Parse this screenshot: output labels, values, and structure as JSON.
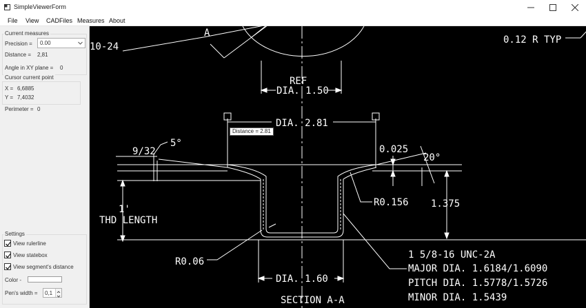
{
  "window": {
    "title": "SimpleViewerForm",
    "controls": [
      "minimize",
      "maximize",
      "close"
    ]
  },
  "menu": [
    "File",
    "View",
    "CADFiles",
    "Measures",
    "About"
  ],
  "panel": {
    "measures": {
      "title": "Current measures",
      "precision_label": "Precision =",
      "precision_value": "0.00",
      "distance_label": "Distance =",
      "distance_value": "2,81",
      "angle_label": "Angle in XY plane =",
      "angle_value": "0"
    },
    "cursor": {
      "title": "Cursor current point",
      "x_label": "X =",
      "x_value": "6,6885",
      "y_label": "Y =",
      "y_value": "7,4032"
    },
    "perimeter_label": "Perimeter =",
    "perimeter_value": "0",
    "settings": {
      "title": "Settings",
      "view_rulerline": "View rulerline",
      "view_statebox": "View statebox",
      "view_segment_distance": "View segment's distance",
      "rulerline_checked": true,
      "statebox_checked": true,
      "segment_distance_checked": true,
      "color_label": "Color -",
      "color_value": "#ffffff",
      "pen_width_label": "Pen's width =",
      "pen_width_value": "0,1"
    }
  },
  "drawing": {
    "callouts": {
      "thread_top": "10-24",
      "section_letter": "A",
      "radius_typ": "0.12 R TYP",
      "ref": "REF",
      "dia_150": "DIA. 1.50",
      "dia_281": "DIA. 2.81",
      "angle_5": "5°",
      "frac_932": "9/32",
      "dim_0025": "0.025",
      "angle_20": "20°",
      "r_0156": "R0.156",
      "dim_1375": "1.375",
      "thd_1": "1'",
      "thd_length": "THD LENGTH",
      "r_006": "R0.06",
      "dia_160": "DIA. 1.60",
      "section": "SECTION A-A"
    },
    "thread_spec": [
      "1 5/8-16 UNC-2A",
      "MAJOR DIA. 1.6184/1.6090",
      "PITCH DIA. 1.5778/1.5726",
      "MINOR DIA. 1.5439"
    ],
    "measure_tooltip": "Distance = 2.81"
  }
}
